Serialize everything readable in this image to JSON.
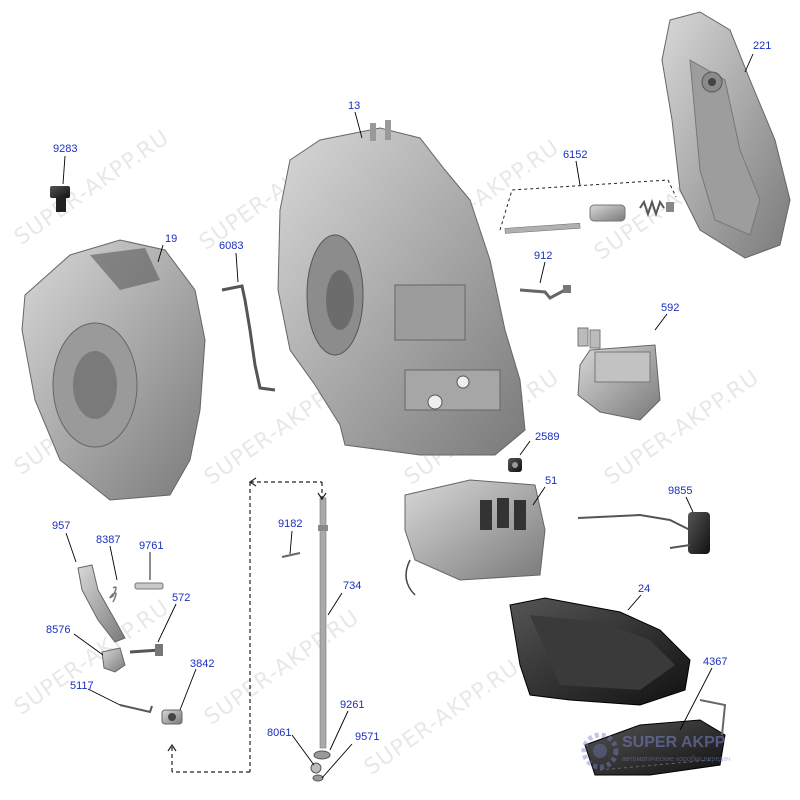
{
  "watermark": "SUPER-AKPP.RU",
  "logo": {
    "name": "SUPER AKPP",
    "subtitle": "автоматические коробки передач"
  },
  "colors": {
    "label": "#1a2fbf",
    "leader": "#000000",
    "metal": "#b8b8b8",
    "dark": "#2a2a2a"
  },
  "callouts": [
    {
      "id": "221",
      "text": "221"
    },
    {
      "id": "13",
      "text": "13"
    },
    {
      "id": "9283",
      "text": "9283"
    },
    {
      "id": "6152",
      "text": "6152"
    },
    {
      "id": "19",
      "text": "19"
    },
    {
      "id": "6083",
      "text": "6083"
    },
    {
      "id": "912",
      "text": "912"
    },
    {
      "id": "592",
      "text": "592"
    },
    {
      "id": "2589",
      "text": "2589"
    },
    {
      "id": "51",
      "text": "51"
    },
    {
      "id": "9855",
      "text": "9855"
    },
    {
      "id": "957",
      "text": "957"
    },
    {
      "id": "8387",
      "text": "8387"
    },
    {
      "id": "9761",
      "text": "9761"
    },
    {
      "id": "9182",
      "text": "9182"
    },
    {
      "id": "734",
      "text": "734"
    },
    {
      "id": "572",
      "text": "572"
    },
    {
      "id": "24",
      "text": "24"
    },
    {
      "id": "8576",
      "text": "8576"
    },
    {
      "id": "3842",
      "text": "3842"
    },
    {
      "id": "4367",
      "text": "4367"
    },
    {
      "id": "5117",
      "text": "5117"
    },
    {
      "id": "9261",
      "text": "9261"
    },
    {
      "id": "8061",
      "text": "8061"
    },
    {
      "id": "9571",
      "text": "9571"
    }
  ]
}
